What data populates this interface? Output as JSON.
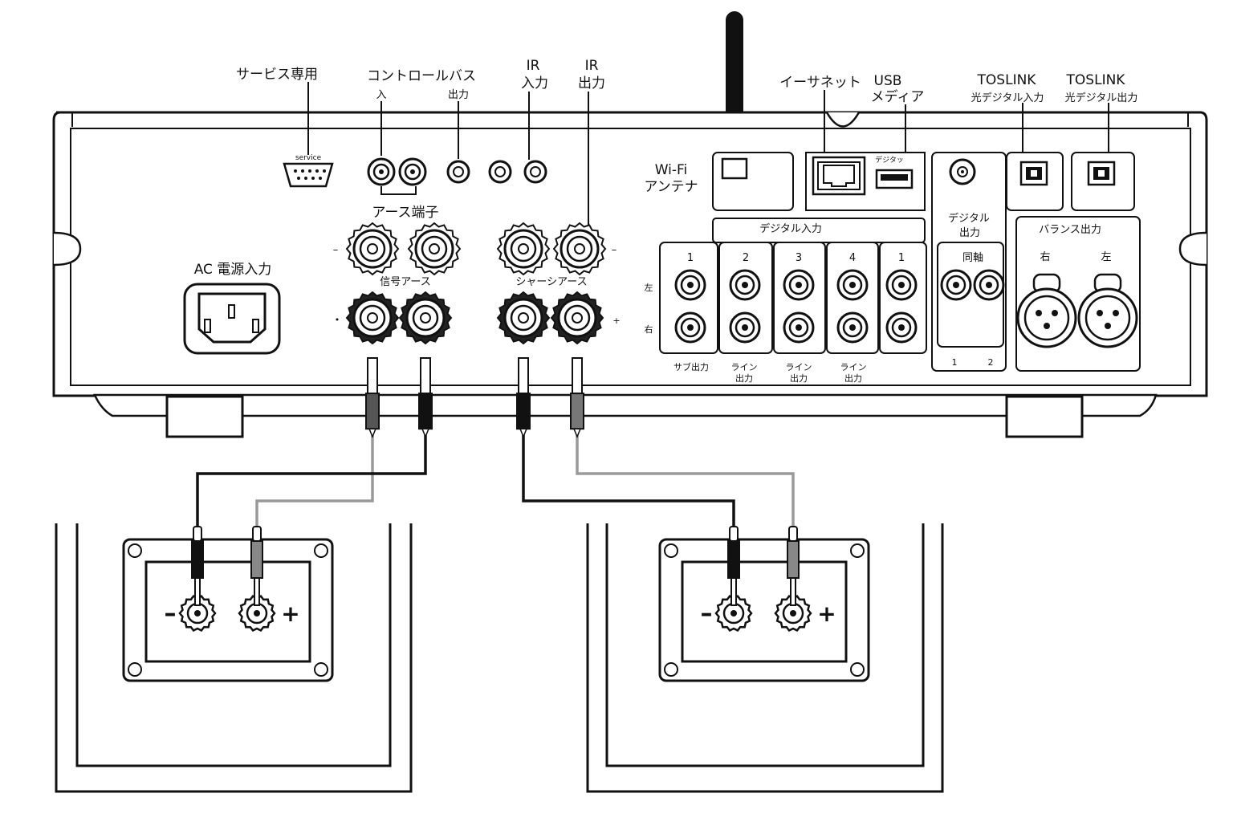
{
  "top_labels": {
    "service": "サービス専用",
    "control_bus": "コントロールバス",
    "control_bus_in": "入",
    "control_bus_out": "出力",
    "ir_in_1": "IR",
    "ir_in_2": "入力",
    "ir_out_1": "IR",
    "ir_out_2": "出力",
    "ethernet": "イーサネット",
    "usb_1": "USB",
    "usb_2": "メディア",
    "toslink_in_1": "TOSLINK",
    "toslink_in_2": "光デジタル入力",
    "toslink_out_1": "TOSLINK",
    "toslink_out_2": "光デジタル出力"
  },
  "panel_labels": {
    "service_port": "service",
    "wifi_1": "Wi-Fi",
    "wifi_2": "アンテナ",
    "usb_small": "デジタッ",
    "ac_input": "AC 電源入力",
    "earth_terminal": "アース端子",
    "signal_earth": "信号アース",
    "chassis_earth": "シャーシアース",
    "minus_left": "–",
    "minus_right": "–",
    "dot_left": "•",
    "plus_right": "+",
    "digital_in": "デジタル入力",
    "digital_out_1": "デジタル",
    "digital_out_2": "出力",
    "coax": "同軸",
    "balanced_out": "バランス出力",
    "bal_right": "右",
    "bal_left": "左",
    "row_left": "左",
    "row_right": "右",
    "in_num_1": "1",
    "in_num_2": "2",
    "in_num_3": "3",
    "in_num_4": "4",
    "in_num_5": "1",
    "coax_num_1": "1",
    "coax_num_2": "2",
    "sub_out": "サブ出力",
    "line_out_a1": "ライン",
    "line_out_a2": "出力",
    "line_out_b1": "ライン",
    "line_out_b2": "出力",
    "line_out_c1": "ライン",
    "line_out_c2": "出力"
  },
  "speakers": {
    "left_minus": "–",
    "left_plus": "+",
    "right_minus": "–",
    "right_plus": "+"
  }
}
